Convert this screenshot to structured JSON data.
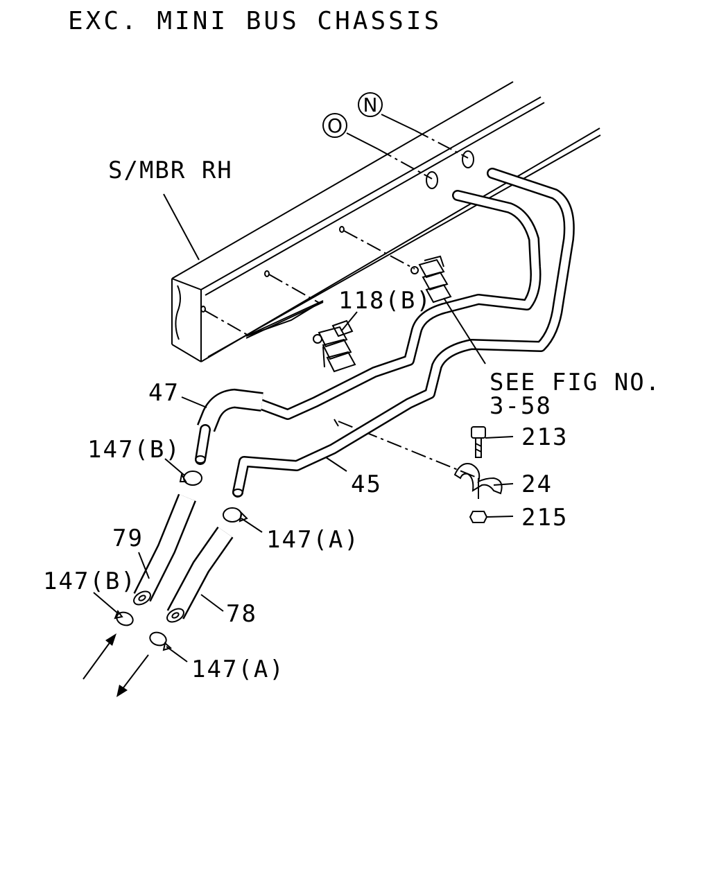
{
  "title": "EXC. MINI BUS CHASSIS",
  "refs": {
    "N": "N",
    "O": "O"
  },
  "labels": {
    "frame": "S/MBR RH",
    "clip": "118(B)",
    "see_fig_1": "SEE FIG NO.",
    "see_fig_2": "3-58",
    "p47": "47",
    "p147b_upper": "147(B)",
    "p45": "45",
    "p213": "213",
    "p24": "24",
    "p215": "215",
    "p79": "79",
    "p147a_upper": "147(A)",
    "p147b_lower": "147(B)",
    "p78": "78",
    "p147a_lower": "147(A)"
  }
}
